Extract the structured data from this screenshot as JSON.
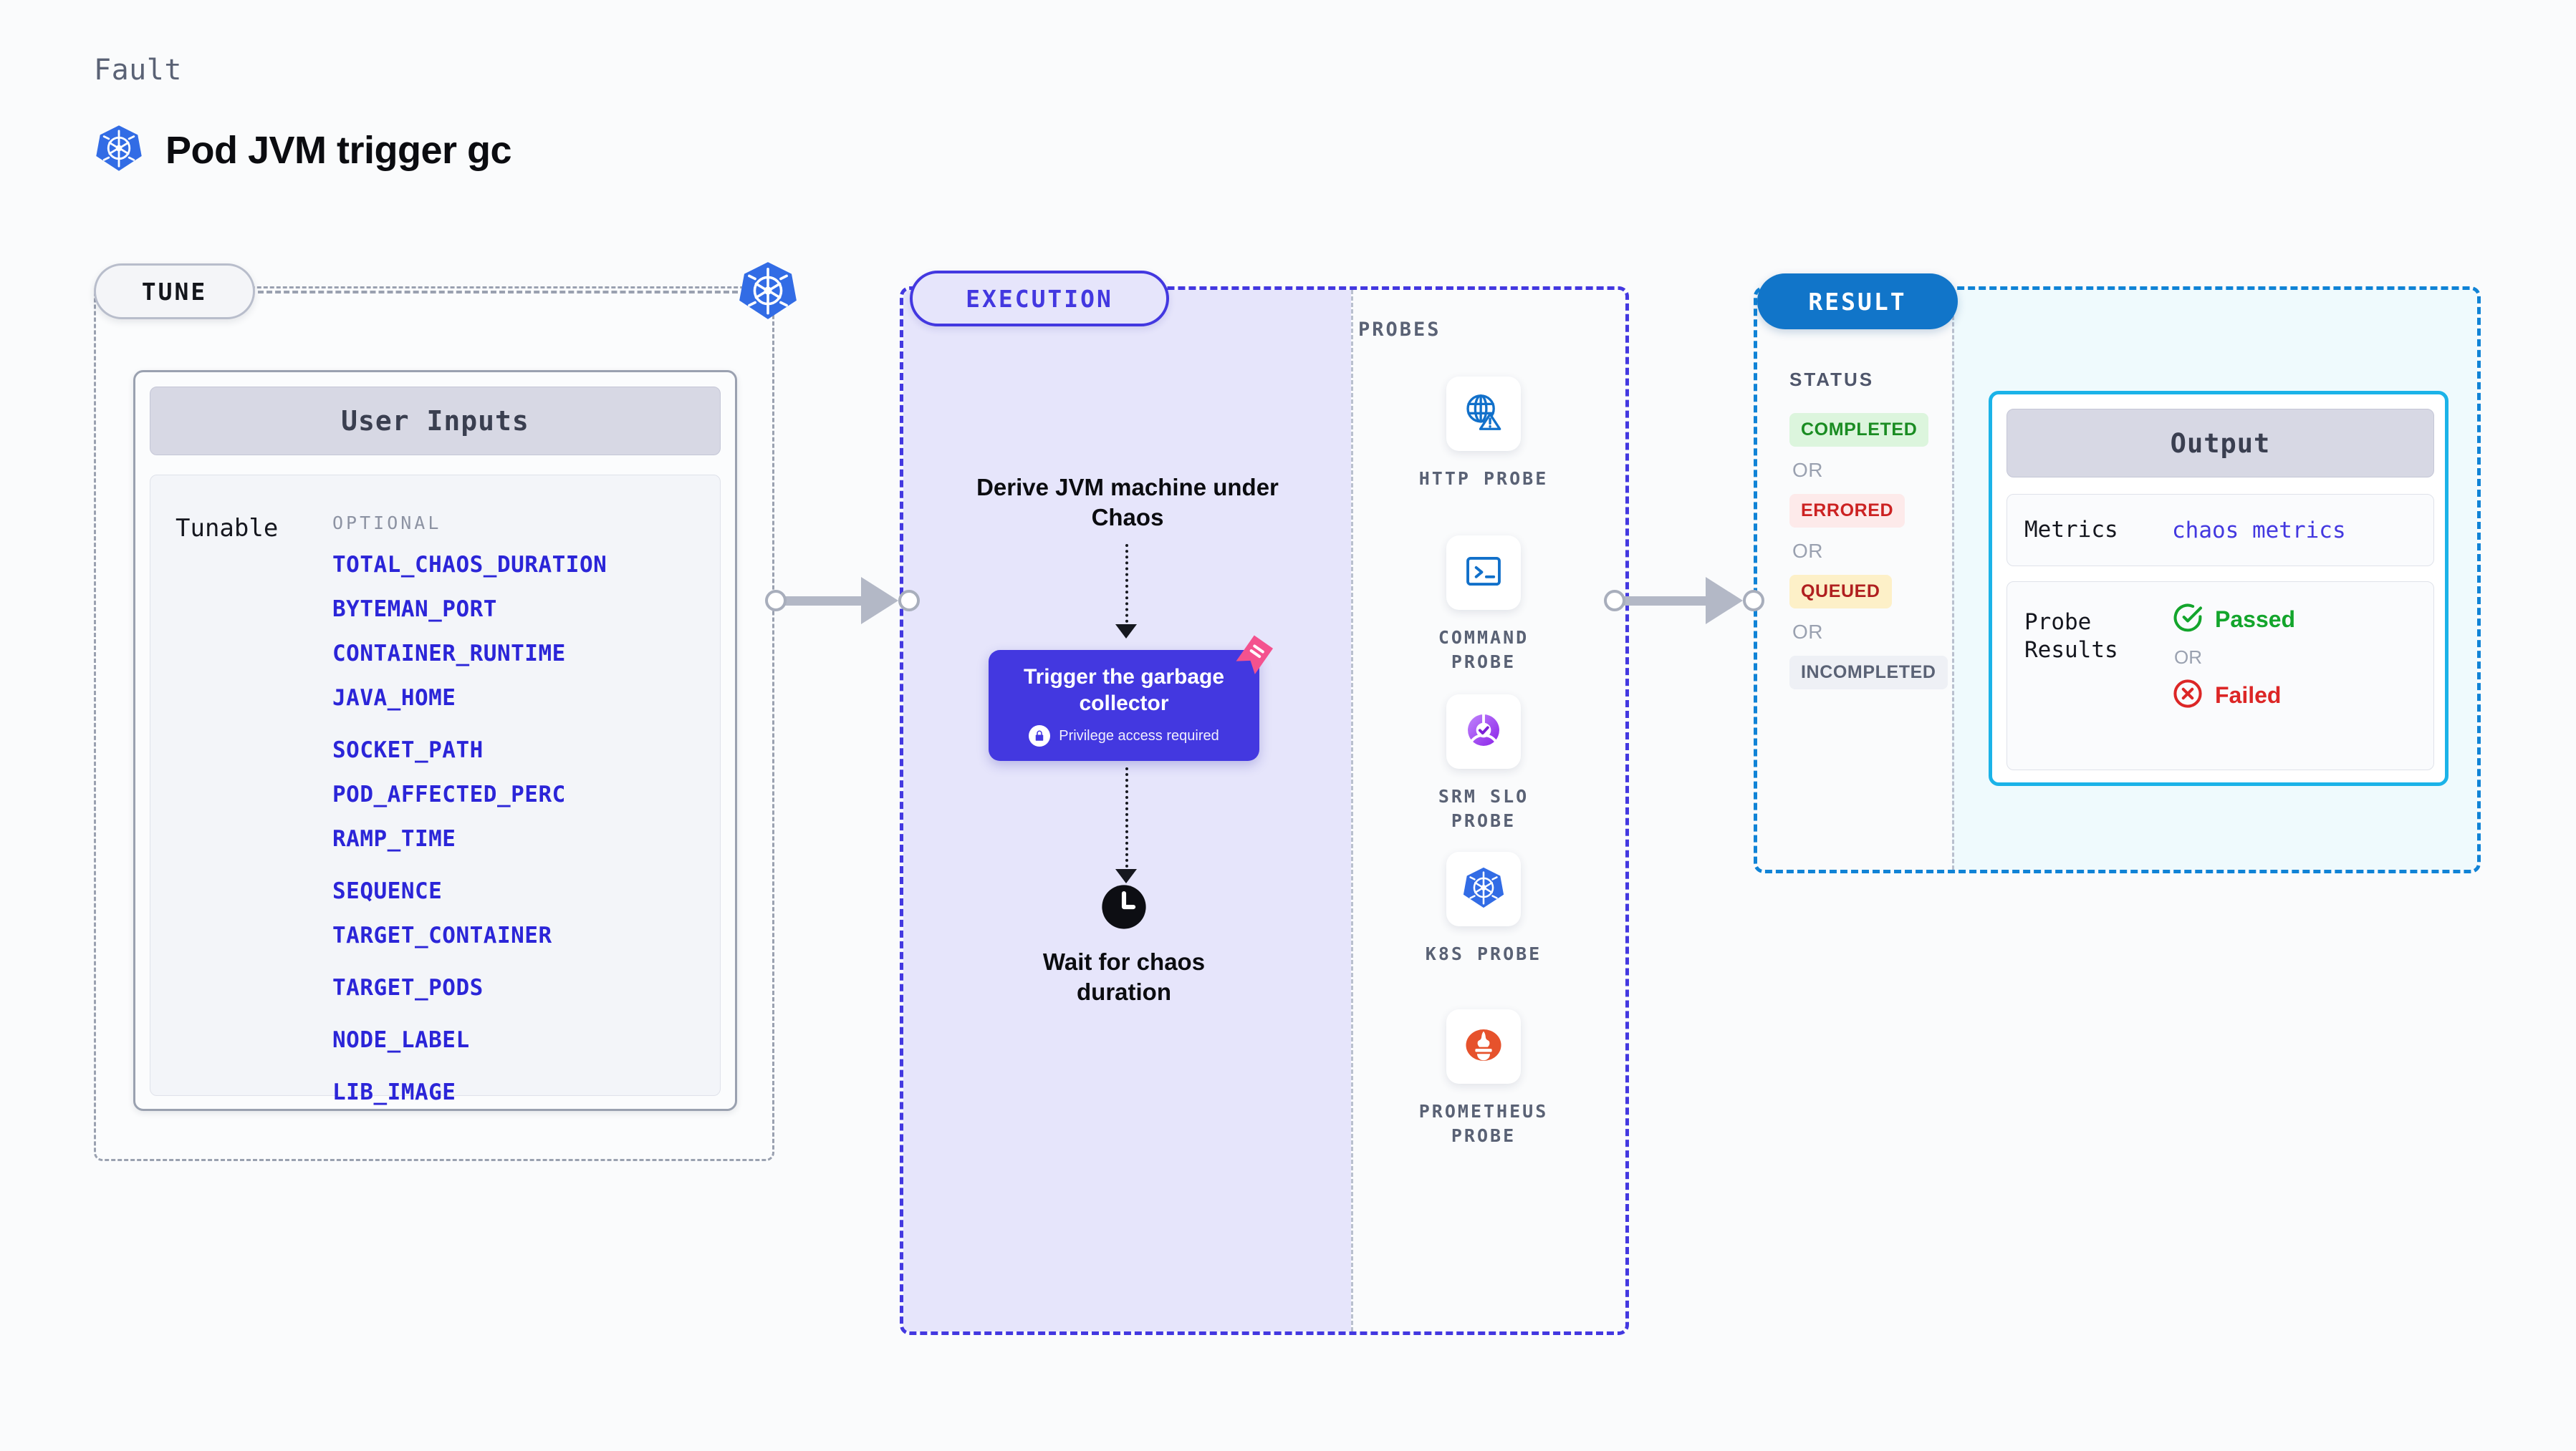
{
  "header": {
    "eyebrow": "Fault",
    "title": "Pod JVM trigger gc",
    "icon": "kubernetes-icon"
  },
  "tune": {
    "badge": "TUNE",
    "node_icon": "kubernetes-icon",
    "card": {
      "header": "User Inputs",
      "row_label": "Tunable",
      "column_header": "OPTIONAL",
      "params": [
        "TOTAL_CHAOS_DURATION",
        "BYTEMAN_PORT",
        "CONTAINER_RUNTIME",
        "JAVA_HOME",
        "SOCKET_PATH",
        "POD_AFFECTED_PERC",
        "RAMP_TIME",
        "SEQUENCE",
        "TARGET_CONTAINER",
        "TARGET_PODS",
        "NODE_LABEL",
        "LIB_IMAGE"
      ]
    }
  },
  "execution": {
    "badge": "EXECUTION",
    "step_1": "Derive JVM machine under Chaos",
    "action_card": {
      "title": "Trigger the garbage collector",
      "privilege_note": "Privilege access required",
      "lock_icon": "lock-icon",
      "ribbon_icon": "ribbon-badge-icon",
      "color": "#4338e0"
    },
    "step_3": {
      "icon": "clock-icon",
      "label": "Wait for chaos duration"
    }
  },
  "probes": {
    "label": "PROBES",
    "items": [
      {
        "name": "HTTP PROBE",
        "icon": "globe-warning-icon",
        "color": "#1170ca"
      },
      {
        "name": "COMMAND PROBE",
        "icon": "terminal-icon",
        "color": "#1170ca"
      },
      {
        "name": "SRM SLO PROBE",
        "icon": "gauge-check-icon",
        "color": "#9333ea"
      },
      {
        "name": "K8S PROBE",
        "icon": "kubernetes-icon",
        "color": "#326ce5"
      },
      {
        "name": "PROMETHEUS PROBE",
        "icon": "prometheus-flame-icon",
        "color": "#e6522c"
      }
    ]
  },
  "result": {
    "badge": "RESULT",
    "status_label": "STATUS",
    "or_label": "OR",
    "statuses": [
      {
        "label": "COMPLETED",
        "bg": "#dcf5dd",
        "fg": "#1a8c22"
      },
      {
        "label": "ERRORED",
        "bg": "#fdeaea",
        "fg": "#cc2222"
      },
      {
        "label": "QUEUED",
        "bg": "#fdf0c8",
        "fg": "#b02020"
      },
      {
        "label": "INCOMPLETED",
        "bg": "#eef0f5",
        "fg": "#5a6275"
      }
    ],
    "output": {
      "header": "Output",
      "metrics_key": "Metrics",
      "metrics_value": "chaos metrics",
      "probe_key": "Probe Results",
      "probe_pass": "Passed",
      "probe_fail": "Failed",
      "probe_or": "OR",
      "pass_icon": "check-circle-icon",
      "fail_icon": "x-circle-icon",
      "border_color": "#1bb3e8"
    }
  }
}
